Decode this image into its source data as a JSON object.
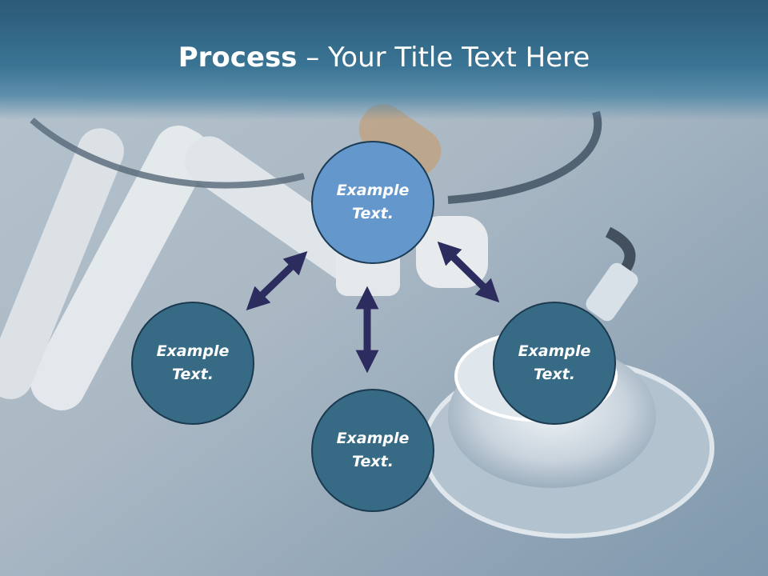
{
  "slide": {
    "title_bold": "Process",
    "title_rest": " – Your Title Text Here"
  },
  "nodes": {
    "top": "Example Text.",
    "left": "Example Text.",
    "right": "Example Text.",
    "bottom": "Example Text."
  },
  "colors": {
    "title_band": "#2b5a76",
    "node_dark": "#376a85",
    "node_light": "#6497cc",
    "arrow": "#2c2c5e"
  }
}
